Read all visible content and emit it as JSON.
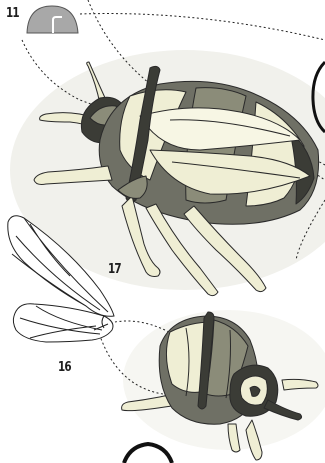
{
  "labels": {
    "part_11": "11",
    "part_17": "17",
    "part_16": "16"
  },
  "colors": {
    "background": "#ffffff",
    "ground_shadow": "#f1f1ec",
    "cream": "#efeed4",
    "cream_light": "#f7f6e4",
    "olive_gray": "#8b8c79",
    "mid_gray": "#6f7065",
    "dark_gray": "#3b3c36",
    "outline": "#2a2a2a",
    "part_gray": "#a8a8a8"
  }
}
